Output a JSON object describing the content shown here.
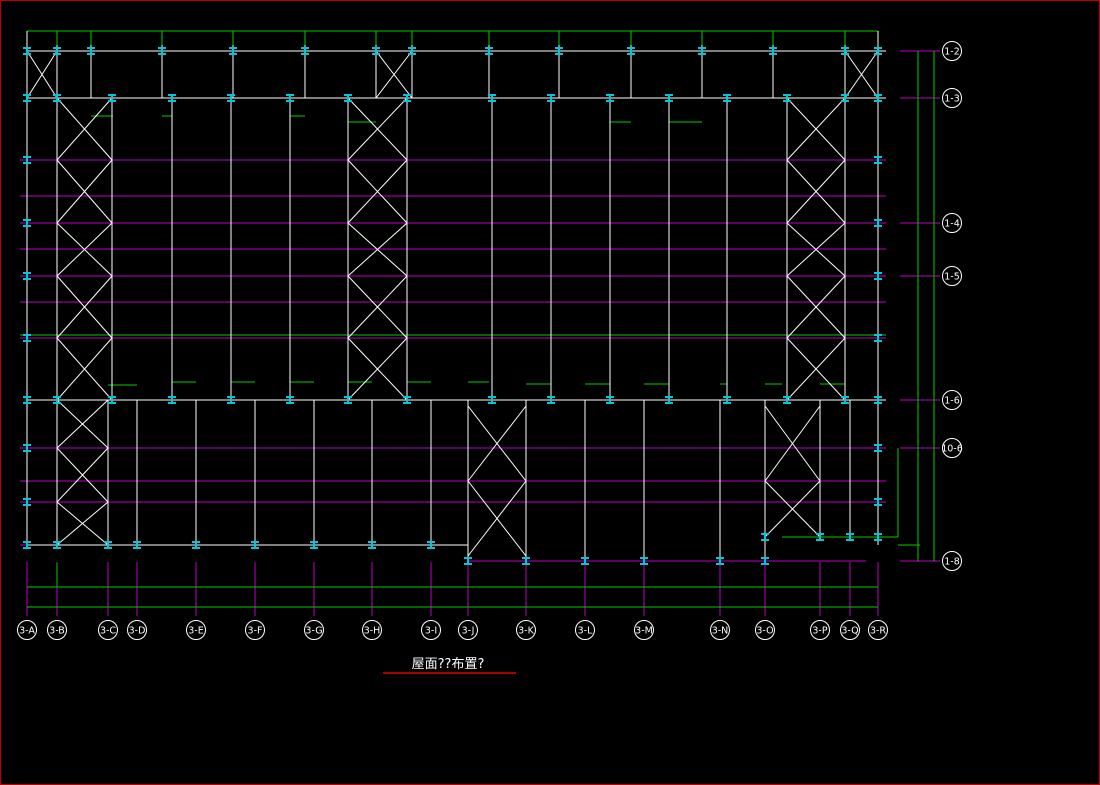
{
  "drawing": {
    "title": "屋面??布置?",
    "colors": {
      "background": "#000000",
      "frame": "#c00000",
      "member": "#ffffff",
      "purlin": "#c000c0",
      "dimension": "#00cc00",
      "column_mark": "#00c8d8",
      "title_underline": "#e00000"
    },
    "right_axes": [
      {
        "label": "1-2"
      },
      {
        "label": "1-3"
      },
      {
        "label": "1-4"
      },
      {
        "label": "1-5"
      },
      {
        "label": "1-6"
      },
      {
        "label": "10-6"
      },
      {
        "label": "1-8"
      }
    ],
    "bottom_axes": [
      {
        "label": "3-A"
      },
      {
        "label": "3-B"
      },
      {
        "label": "3-C"
      },
      {
        "label": "3-D"
      },
      {
        "label": "3-E"
      },
      {
        "label": "3-F"
      },
      {
        "label": "3-G"
      },
      {
        "label": "3-H"
      },
      {
        "label": "3-I"
      },
      {
        "label": "3-J"
      },
      {
        "label": "3-K"
      },
      {
        "label": "3-L"
      },
      {
        "label": "3-M"
      },
      {
        "label": "3-N"
      },
      {
        "label": "3-O"
      },
      {
        "label": "3-P"
      },
      {
        "label": "3-Q"
      },
      {
        "label": "3-R"
      }
    ]
  }
}
